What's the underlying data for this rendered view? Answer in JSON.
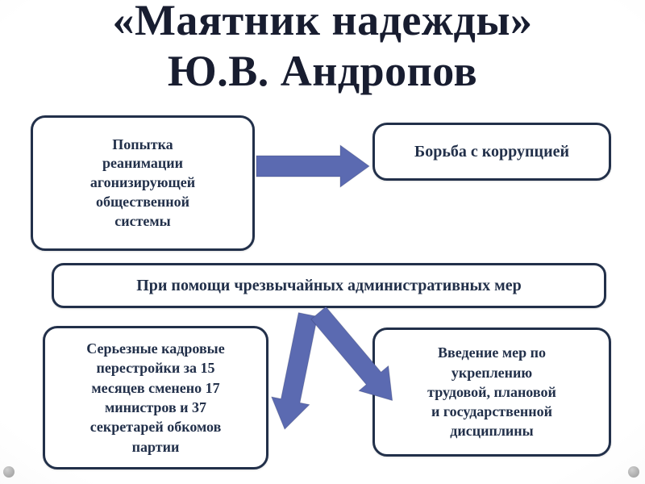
{
  "slide": {
    "title": {
      "line1": "«Маятник надежды»",
      "line2": "Ю.В. Андропов"
    },
    "boxes": {
      "attempt": "Попытка\nреанимации\nагонизирующей\nобщественной\nсистемы",
      "corruption": "Борьба с коррупцией",
      "measures": "При помощи чрезвычайных административных мер",
      "personnel": "Серьезные кадровые\nперестройки за 15\nмесяцев сменено 17\nминистров и 37\nсекретарей обкомов\nпартии",
      "discipline": "Введение мер по\nукреплению\nтрудовой, плановой\nи государственной\nдисциплины"
    },
    "arrows": [
      {
        "name": "arrow-right",
        "from": "attempt",
        "to": "corruption"
      },
      {
        "name": "arrow-down",
        "from": "measures",
        "to": "personnel"
      },
      {
        "name": "arrow-down-right",
        "from": "measures",
        "to": "discipline"
      }
    ],
    "colors": {
      "title": "#181d30",
      "box_border": "#22304a",
      "box_text": "#22304a",
      "arrow": "#5b6ab1",
      "dot": "#9a9a9a"
    }
  }
}
